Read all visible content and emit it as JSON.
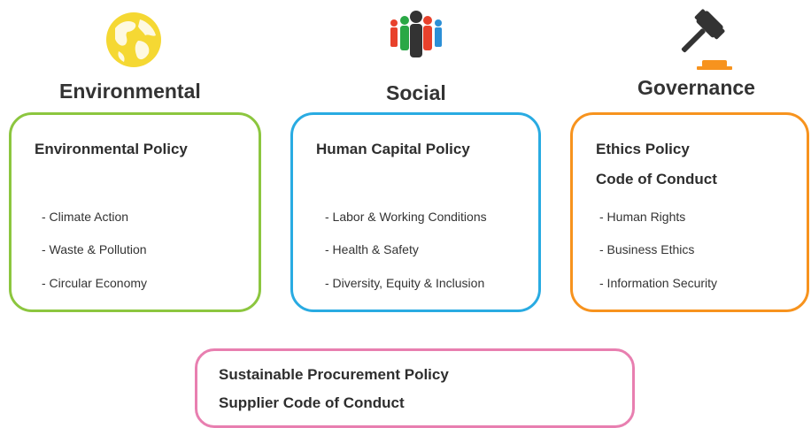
{
  "pillars": [
    {
      "title": "Environmental",
      "icon": "globe-icon",
      "color": "#8cc63f",
      "policies": [
        "Environmental Policy"
      ],
      "items": [
        "- Climate Action",
        "- Waste & Pollution",
        "- Circular  Economy"
      ]
    },
    {
      "title": "Social",
      "icon": "people-group-icon",
      "color": "#29abe2",
      "policies": [
        "Human Capital Policy"
      ],
      "items": [
        "- Labor & Working Conditions",
        "- Health & Safety",
        "- Diversity, Equity & Inclusion"
      ]
    },
    {
      "title": "Governance",
      "icon": "gavel-icon",
      "color": "#f7931e",
      "policies": [
        "Ethics Policy",
        "Code of Conduct"
      ],
      "items": [
        "- Human Rights",
        "- Business Ethics",
        "- Information Security"
      ]
    }
  ],
  "procurement": {
    "color": "#e87fb0",
    "policies": [
      "Sustainable Procurement Policy",
      "Supplier Code of Conduct"
    ]
  },
  "colors": {
    "globe": "#f5d833",
    "gavel": "#333333",
    "gavel_base": "#f7931e",
    "people": [
      "#e8412c",
      "#2c8fd6",
      "#2aa845",
      "#333333",
      "#f7931e"
    ]
  }
}
